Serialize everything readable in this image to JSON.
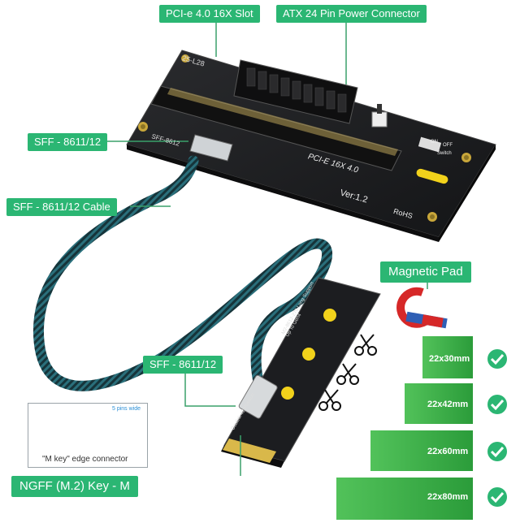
{
  "callouts": {
    "pcie_slot": "PCI-e 4.0 16X Slot",
    "atx_power": "ATX 24 Pin Power Connector",
    "sff_top": "SFF - 8611/12",
    "sff_cable": "SFF - 8611/12 Cable",
    "magnetic_pad": "Magnetic Pad",
    "sff_bottom": "SFF - 8611/12",
    "ngff": "NGFF (M.2) Key - M"
  },
  "board": {
    "model": "25-L28",
    "slot_label": "PCI-E 16X 4.0",
    "version": "Ver:1.2",
    "rohs": "RoHS",
    "connector_text": "SFF-8612",
    "switch_on": "ON",
    "switch_off": "OFF",
    "switch_text": "Switch"
  },
  "m2_card": {
    "model_text": "M2-8612-270 Long Support Up To Gen4",
    "position_text": "Oculink 42 Position"
  },
  "edge_connector": {
    "caption": "\"M key\" edge connector",
    "pins": "5 pins wide"
  },
  "sizes": [
    "22x30mm",
    "22x42mm",
    "22x60mm",
    "22x80mm"
  ],
  "colors": {
    "accent": "#2bb673",
    "pcb_black": "#1e1f22",
    "card_green": "#2fae45",
    "check_green": "#2bb673"
  }
}
